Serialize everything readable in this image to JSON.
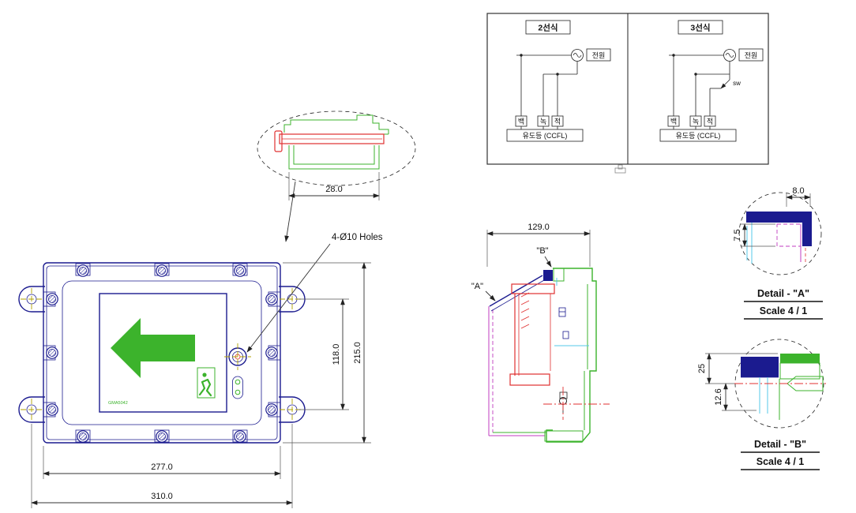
{
  "meta": {
    "type": "cad-technical-drawing",
    "background": "#ffffff"
  },
  "colors": {
    "navy": "#1b1b8f",
    "green": "#3cb32c",
    "red": "#e03030",
    "magenta": "#c03cc0",
    "cyan": "#55c8e8",
    "olive": "#b0a000",
    "ink": "#1a1a1a"
  },
  "front_view": {
    "holes_label": "4-Ø10 Holes",
    "dim_hole_span_v": "118.0",
    "dim_body_height": "215.0",
    "dim_body_width": "277.0",
    "dim_hole_span_h": "310.0",
    "sign_model_text": "GMA5042"
  },
  "top_detail": {
    "dim_width": "28.0"
  },
  "wiring": {
    "left_title": "2선식",
    "right_title": "3선식",
    "power_label": "전원",
    "switch_label": "sw",
    "wire_white": "백",
    "wire_green": "녹",
    "wire_red": "적",
    "lamp_label": "유도등 (CCFL)"
  },
  "side_view": {
    "dim_width": "129.0",
    "label_a": "\"A\"",
    "label_b": "\"B\""
  },
  "detail_a": {
    "title": "Detail - \"A\"",
    "scale": "Scale 4 / 1",
    "dim_top": "8.0",
    "dim_side": "7.5"
  },
  "detail_b": {
    "title": "Detail - \"B\"",
    "scale": "Scale 4 / 1",
    "dim_outer": "25",
    "dim_inner": "12.6"
  }
}
